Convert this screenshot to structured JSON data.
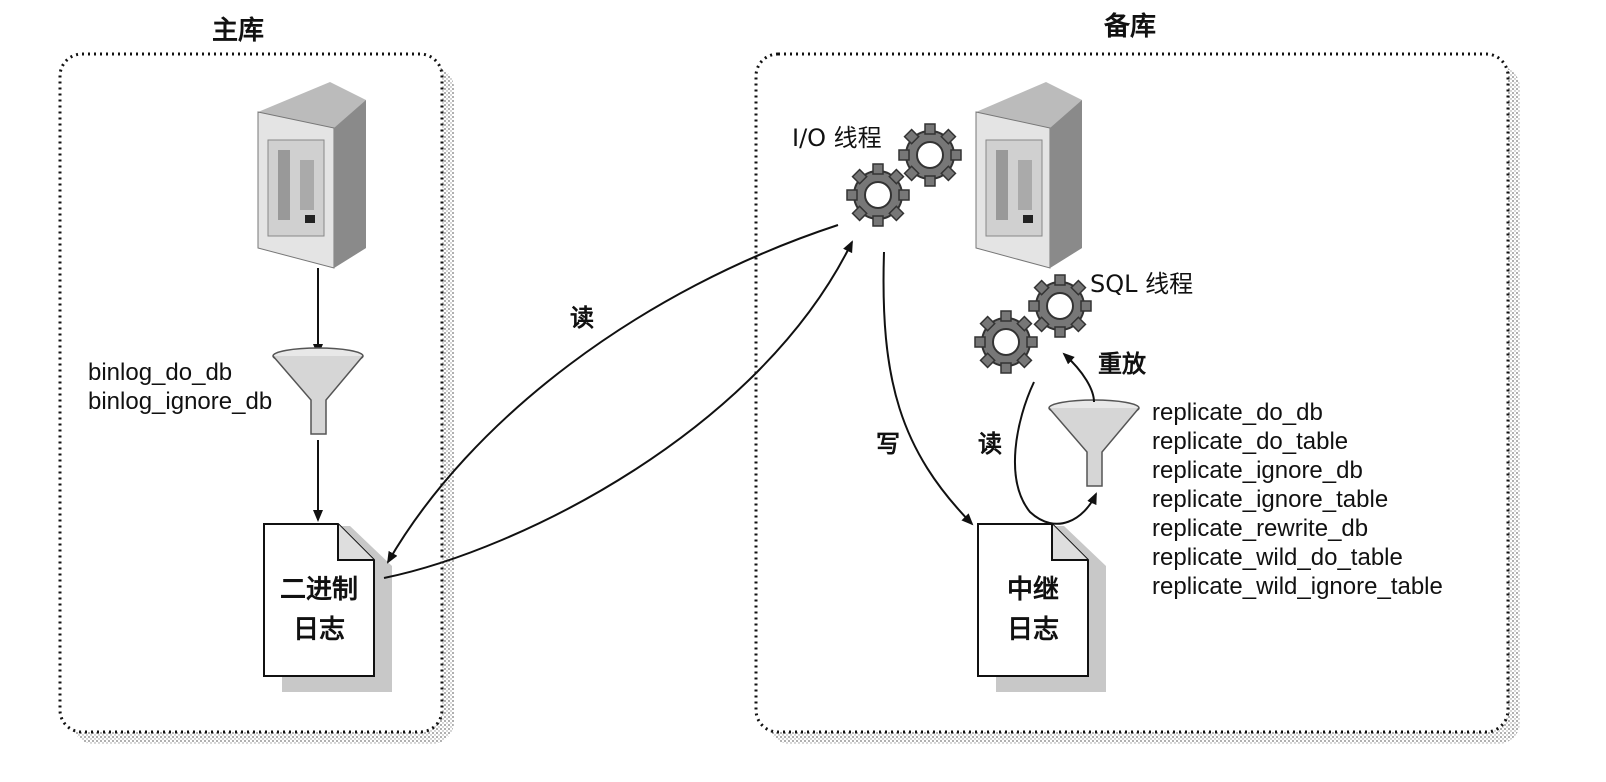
{
  "master": {
    "title": "主库",
    "filters": [
      "binlog_do_db",
      "binlog_ignore_db"
    ],
    "log_line1": "二进制",
    "log_line2": "日志"
  },
  "replica": {
    "title": "备库",
    "io_thread": "I/O 线程",
    "sql_thread": "SQL 线程",
    "replay": "重放",
    "write": "写",
    "read": "读",
    "log_line1": "中继",
    "log_line2": "日志",
    "filters": [
      "replicate_do_db",
      "replicate_do_table",
      "replicate_ignore_db",
      "replicate_ignore_table",
      "replicate_rewrite_db",
      "replicate_wild_do_table",
      "replicate_wild_ignore_table"
    ]
  },
  "link": {
    "read": "读"
  }
}
